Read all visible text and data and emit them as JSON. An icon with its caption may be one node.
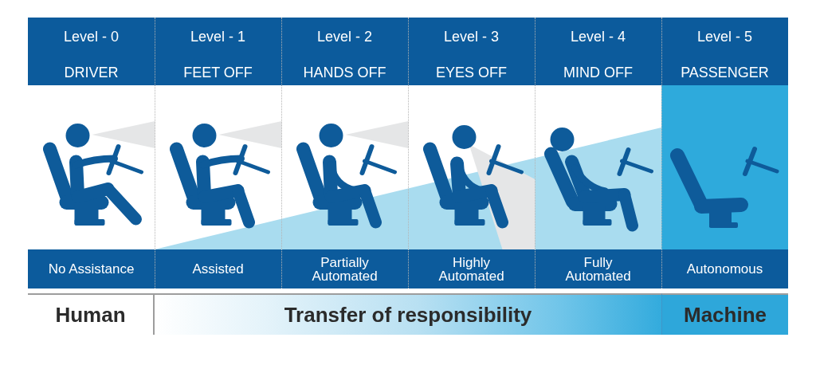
{
  "diagram": {
    "nodes": [
      {
        "text": [
          "Level - 0",
          "DRIVER"
        ]
      },
      {
        "text": [
          "Level - 1",
          "FEET OFF"
        ]
      },
      {
        "text": [
          "Level - 2",
          "HANDS OFF"
        ]
      },
      {
        "text": [
          "Level - 3",
          "EYES OFF"
        ]
      },
      {
        "text": [
          "Level - 4",
          "MIND OFF"
        ]
      },
      {
        "text": [
          "Level - 5",
          "PASSENGER"
        ]
      },
      {
        "text": [
          "No Assistance"
        ]
      },
      {
        "text": [
          "Assisted"
        ]
      },
      {
        "text": [
          "Partially Automated"
        ]
      },
      {
        "text": [
          "Highly Automated"
        ]
      },
      {
        "text": [
          "Fully Automated"
        ]
      },
      {
        "text": [
          "Autonomous"
        ]
      },
      {
        "text": [
          "Human"
        ]
      },
      {
        "text": [
          "Transfer of responsibility"
        ]
      },
      {
        "text": [
          "Machine"
        ]
      }
    ]
  }
}
